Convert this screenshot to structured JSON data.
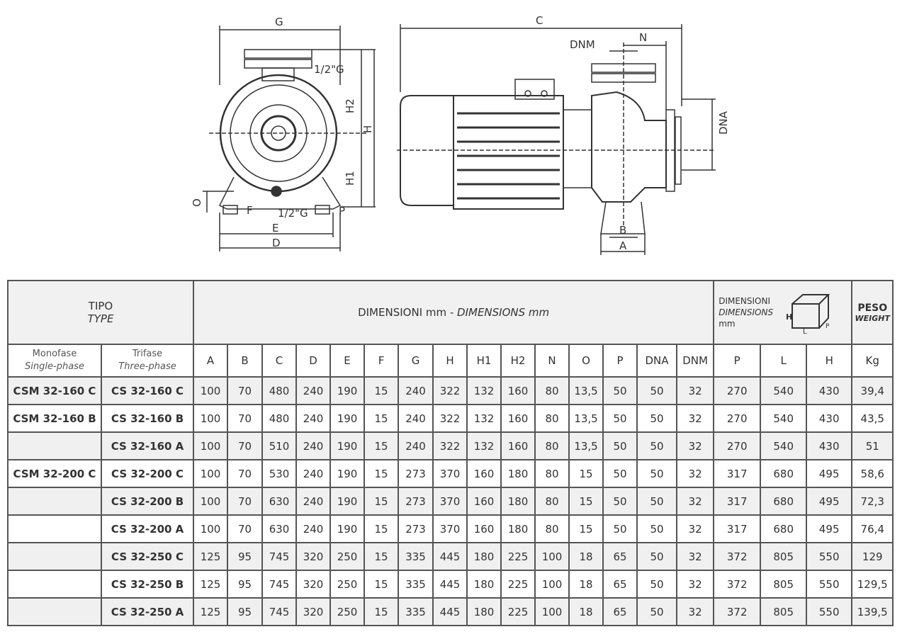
{
  "drawing": {
    "front_labels": {
      "G": "G",
      "H2": "H2",
      "H": "H",
      "H1": "H1",
      "O": "O",
      "F": "F",
      "half_g_top": "1/2\"G",
      "half_g_bottom": "1/2\"G",
      "P": "P",
      "E": "E",
      "D": "D"
    },
    "side_labels": {
      "C": "C",
      "DNM": "DNM",
      "N": "N",
      "DNA": "DNA",
      "B": "B",
      "A": "A"
    }
  },
  "table": {
    "type_title": "TIPO",
    "type_title_en": "TYPE",
    "dimensions_title": "DIMENSIONI mm - ",
    "dimensions_title_en": "DIMENSIONS mm",
    "pack_title": "DIMENSIONI",
    "pack_title_en": "DIMENSIONS",
    "pack_unit": "mm",
    "pack_icon_labels": {
      "H": "H",
      "L": "L",
      "P": "P"
    },
    "weight_title": "PESO",
    "weight_title_en": "WEIGHT",
    "single_phase": "Monofase",
    "single_phase_en": "Single-phase",
    "three_phase": "Trifase",
    "three_phase_en": "Three-phase",
    "columns": [
      "A",
      "B",
      "C",
      "D",
      "E",
      "F",
      "G",
      "H",
      "H1",
      "H2",
      "N",
      "O",
      "P",
      "DNA",
      "DNM",
      "P",
      "L",
      "H",
      "Kg"
    ],
    "rows": [
      {
        "mono": "CSM 32-160 C",
        "tri": "CS 32-160 C",
        "v": [
          "100",
          "70",
          "480",
          "240",
          "190",
          "15",
          "240",
          "322",
          "132",
          "160",
          "80",
          "13,5",
          "50",
          "50",
          "32",
          "270",
          "540",
          "430",
          "39,4"
        ]
      },
      {
        "mono": "CSM 32-160 B",
        "tri": "CS 32-160 B",
        "v": [
          "100",
          "70",
          "480",
          "240",
          "190",
          "15",
          "240",
          "322",
          "132",
          "160",
          "80",
          "13,5",
          "50",
          "50",
          "32",
          "270",
          "540",
          "430",
          "43,5"
        ]
      },
      {
        "mono": "",
        "tri": "CS 32-160 A",
        "v": [
          "100",
          "70",
          "510",
          "240",
          "190",
          "15",
          "240",
          "322",
          "132",
          "160",
          "80",
          "13,5",
          "50",
          "50",
          "32",
          "270",
          "540",
          "430",
          "51"
        ]
      },
      {
        "mono": "CSM 32-200 C",
        "tri": "CS 32-200 C",
        "v": [
          "100",
          "70",
          "530",
          "240",
          "190",
          "15",
          "273",
          "370",
          "160",
          "180",
          "80",
          "15",
          "50",
          "50",
          "32",
          "317",
          "680",
          "495",
          "58,6"
        ]
      },
      {
        "mono": "",
        "tri": "CS 32-200 B",
        "v": [
          "100",
          "70",
          "630",
          "240",
          "190",
          "15",
          "273",
          "370",
          "160",
          "180",
          "80",
          "15",
          "50",
          "50",
          "32",
          "317",
          "680",
          "495",
          "72,3"
        ]
      },
      {
        "mono": "",
        "tri": "CS 32-200 A",
        "v": [
          "100",
          "70",
          "630",
          "240",
          "190",
          "15",
          "273",
          "370",
          "160",
          "180",
          "80",
          "15",
          "50",
          "50",
          "32",
          "317",
          "680",
          "495",
          "76,4"
        ]
      },
      {
        "mono": "",
        "tri": "CS 32-250 C",
        "v": [
          "125",
          "95",
          "745",
          "320",
          "250",
          "15",
          "335",
          "445",
          "180",
          "225",
          "100",
          "18",
          "65",
          "50",
          "32",
          "372",
          "805",
          "550",
          "129"
        ]
      },
      {
        "mono": "",
        "tri": "CS 32-250 B",
        "v": [
          "125",
          "95",
          "745",
          "320",
          "250",
          "15",
          "335",
          "445",
          "180",
          "225",
          "100",
          "18",
          "65",
          "50",
          "32",
          "372",
          "805",
          "550",
          "129,5"
        ]
      },
      {
        "mono": "",
        "tri": "CS 32-250 A",
        "v": [
          "125",
          "95",
          "745",
          "320",
          "250",
          "15",
          "335",
          "445",
          "180",
          "225",
          "100",
          "18",
          "65",
          "50",
          "32",
          "372",
          "805",
          "550",
          "139,5"
        ]
      }
    ]
  }
}
